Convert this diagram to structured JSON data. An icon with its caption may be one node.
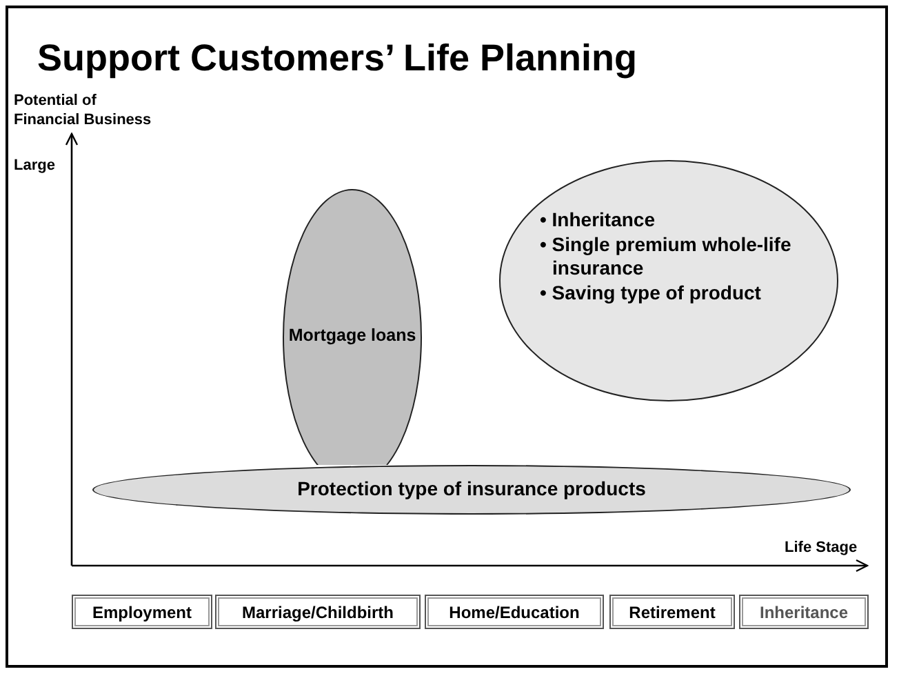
{
  "diagram": {
    "title": "Support Customers’ Life Planning",
    "nodes": [
      {
        "text": [
          "• Inheritance",
          "• Single premium whole-life insurance",
          "• Saving type of product"
        ]
      },
      {
        "text": [
          "Mortgage loans"
        ]
      },
      {
        "text": [
          "Protection type of insurance products"
        ]
      },
      {
        "text": [
          "Employment"
        ]
      },
      {
        "text": [
          "Marriage/Childbirth"
        ]
      },
      {
        "text": [
          "Home/Education"
        ]
      },
      {
        "text": [
          "Retirement"
        ]
      },
      {
        "text": [
          "Inheritance"
        ]
      }
    ],
    "edges": [],
    "labels": [
      "Potential of Financial Business",
      "Large",
      "Life Stage"
    ]
  }
}
